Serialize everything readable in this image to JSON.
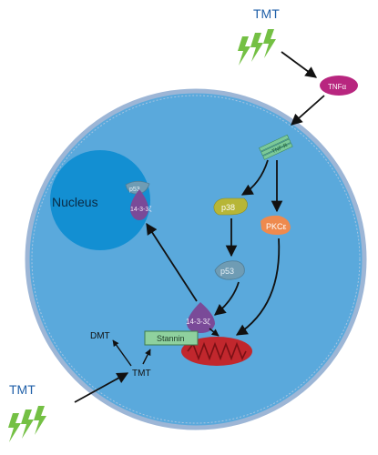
{
  "labels": {
    "tmt_top": "TMT",
    "tnf_alpha": "TNFα",
    "tnfr": "TNF-R",
    "nucleus": "Nucleus",
    "p53_nucleus": "p53",
    "protein1433_nucleus": "14-3-3ζ",
    "p38": "p38",
    "pkc": "PKCε",
    "p53_cyto": "p53",
    "protein1433_cyto": "14-3-3ζ",
    "stannin": "Stannin",
    "dmt": "DMT",
    "tmt_cell": "TMT",
    "tmt_bottom": "TMT"
  },
  "icons": [
    "lightning-icon",
    "mitochondrion-icon"
  ],
  "colors": {
    "cell_fill": "#5aa9dc",
    "cell_border": "#9db6d6",
    "nucleus_fill": "#138fd2",
    "lightning": "#74c044",
    "tnf_alpha": "#b8267f",
    "receptor": "#7bc99a",
    "p38": "#b7b637",
    "pkc": "#ee8a4e",
    "p53": "#6f9cb4",
    "protein1433": "#7a4a98",
    "stannin": "#8fd19e",
    "mitochondrion": "#c1272d",
    "arrow": "#111111",
    "tmt_text": "#1f5fa8"
  }
}
